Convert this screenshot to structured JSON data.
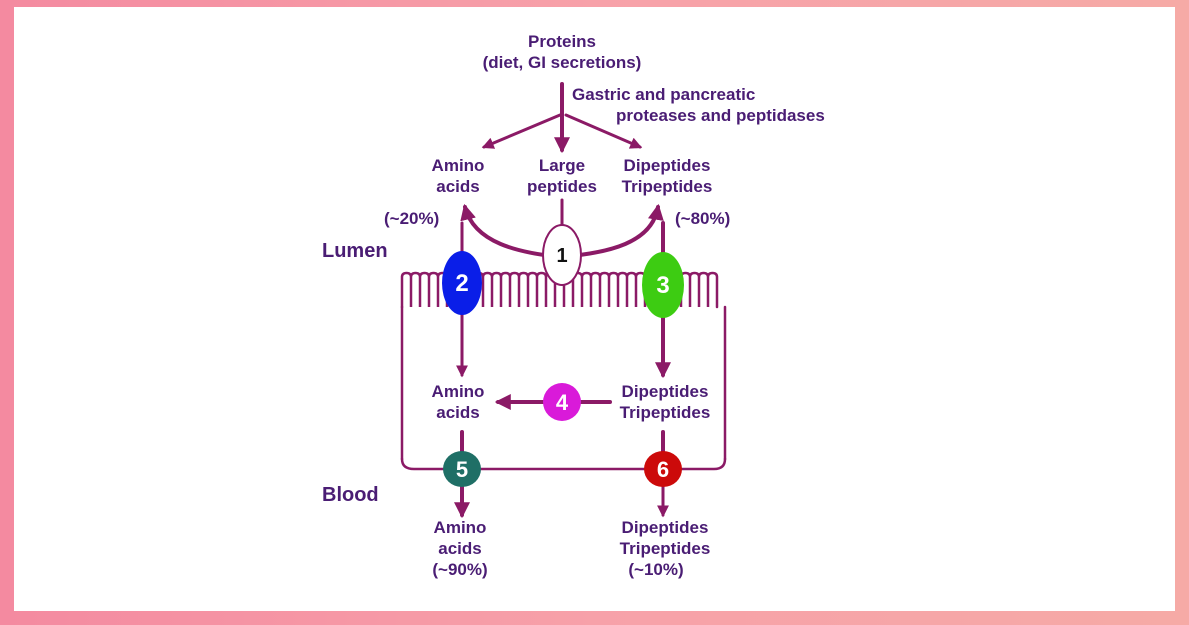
{
  "colors": {
    "arrow": "#8b1a66",
    "text": "#4a1d74",
    "transporter_1": "#ffffff",
    "transporter_2": "#0a1ee8",
    "transporter_3": "#3dcc12",
    "transporter_4": "#d91ad9",
    "transporter_5": "#1f6f66",
    "transporter_6": "#cc0a0a"
  },
  "top": {
    "proteins": "Proteins",
    "proteins_source": "(diet, GI secretions)",
    "enzymes_line1": "Gastric and pancreatic",
    "enzymes_line2": "proteases and peptidases"
  },
  "lumen_products": {
    "amino_l1": "Amino",
    "amino_l2": "acids",
    "large_l1": "Large",
    "large_l2": "peptides",
    "dipeptides": "Dipeptides",
    "tripeptides": "Tripeptides",
    "amino_pct": "(~20%)",
    "peptide_pct": "(~80%)"
  },
  "regions": {
    "lumen": "Lumen",
    "blood": "Blood"
  },
  "cell_products": {
    "amino_l1": "Amino",
    "amino_l2": "acids",
    "dipeptides": "Dipeptides",
    "tripeptides": "Tripeptides"
  },
  "blood_products": {
    "amino_l1": "Amino",
    "amino_l2": "acids",
    "amino_pct": "(~90%)",
    "dipeptides": "Dipeptides",
    "tripeptides": "Tripeptides",
    "peptide_pct": "(~10%)"
  },
  "transporters": [
    "1",
    "2",
    "3",
    "4",
    "5",
    "6"
  ]
}
